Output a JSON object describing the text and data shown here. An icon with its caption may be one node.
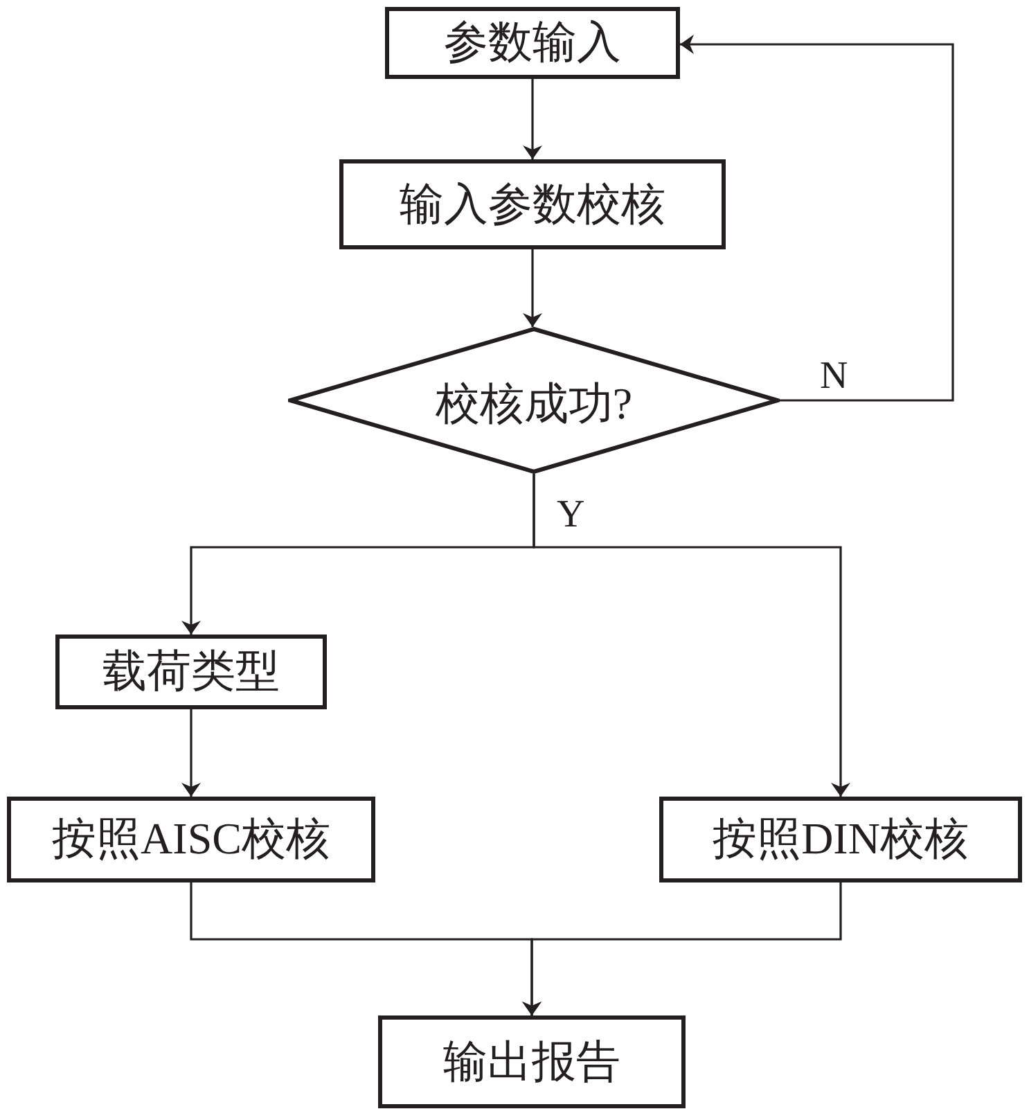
{
  "diagram": {
    "nodes": [
      {
        "text": [
          "参数输入"
        ]
      },
      {
        "text": [
          "输入参数校核"
        ]
      },
      {
        "text": [
          "校核成功?"
        ]
      },
      {
        "text": [
          "载荷类型"
        ]
      },
      {
        "text": [
          "按照AISC校核"
        ]
      },
      {
        "text": [
          "按照DIN校核"
        ]
      },
      {
        "text": [
          "输出报告"
        ]
      }
    ],
    "edges": [
      {
        "from": 0,
        "to": 1,
        "arrow": "to"
      },
      {
        "from": 1,
        "to": 2,
        "arrow": "to"
      },
      {
        "from": 2,
        "to": 0,
        "arrow": "to",
        "label": "N"
      },
      {
        "from": 2,
        "to": 3,
        "arrow": "to",
        "label": "Y"
      },
      {
        "from": 2,
        "to": 5,
        "arrow": "to"
      },
      {
        "from": 3,
        "to": 4,
        "arrow": "to"
      },
      {
        "from": 4,
        "to": 6,
        "arrow": "to"
      },
      {
        "from": 5,
        "to": 6,
        "arrow": "to"
      }
    ]
  }
}
